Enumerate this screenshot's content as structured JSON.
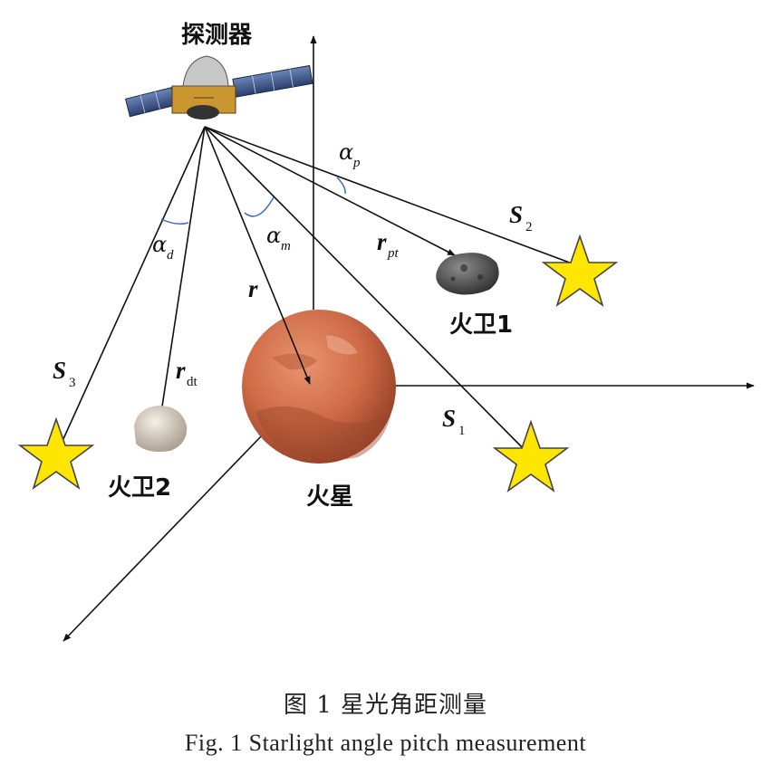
{
  "labels": {
    "probe": "探测器",
    "mars": "火星",
    "phobos": "火卫1",
    "deimos": "火卫2"
  },
  "vectors": {
    "s1": "S",
    "s1_sub": "1",
    "s2": "S",
    "s2_sub": "2",
    "s3": "S",
    "s3_sub": "3",
    "r": "r",
    "rpt": "r",
    "rpt_sub": "pt",
    "rdt": "r",
    "rdt_sub": "dt"
  },
  "angles": {
    "alpha_p": "α",
    "alpha_p_sub": "p",
    "alpha_m": "α",
    "alpha_m_sub": "m",
    "alpha_d": "α",
    "alpha_d_sub": "d"
  },
  "caption": {
    "cn": "图 1   星光角距测量",
    "en": "Fig. 1   Starlight angle pitch measurement"
  },
  "colors": {
    "star_fill": "#ffe600",
    "mars_main": "#cf6b47",
    "angle_arc": "#3a6fb5"
  }
}
